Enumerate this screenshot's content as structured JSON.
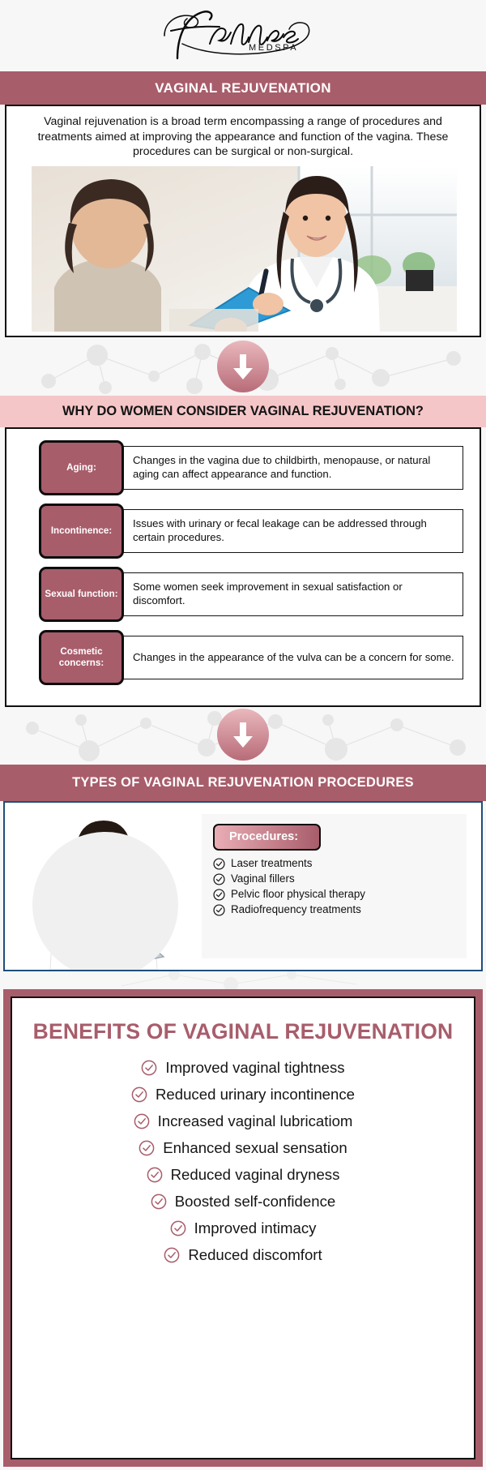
{
  "brand": {
    "name": "Flawless",
    "subtitle": "MEDSPA"
  },
  "section1": {
    "title": "VAGINAL REJUVENATION",
    "paragraph": "Vaginal rejuvenation is a broad term encompassing a range of procedures and treatments aimed at improving the appearance and function of the vagina. These procedures can be surgical or non-surgical.",
    "photo_alt": "doctor-consulting-patient-photo"
  },
  "section2": {
    "title": "WHY DO WOMEN CONSIDER VAGINAL REJUVENATION?",
    "reasons": [
      {
        "label": "Aging:",
        "description": "Changes in the vagina due to childbirth, menopause, or natural aging can affect appearance and function."
      },
      {
        "label": "Incontinence:",
        "description": "Issues with urinary or fecal leakage can be addressed through certain procedures."
      },
      {
        "label": "Sexual function:",
        "description": "Some women seek improvement in sexual satisfaction or discomfort."
      },
      {
        "label": "Cosmetic concerns:",
        "description": "Changes in the appearance of the vulva can be a concern for some."
      }
    ]
  },
  "section3": {
    "title": "TYPES OF VAGINAL REJUVENATION PROCEDURES",
    "chip_label": "Procedures:",
    "photo_alt": "female-doctor-with-tablet-photo",
    "procedures": [
      "Laser treatments",
      "Vaginal fillers",
      "Pelvic floor physical therapy",
      "Radiofrequency treatments"
    ]
  },
  "section4": {
    "title": "BENEFITS OF VAGINAL REJUVENATION",
    "benefits": [
      "Improved vaginal tightness",
      "Reduced urinary incontinence",
      "Increased vaginal lubricatiom",
      "Enhanced sexual sensation",
      "Reduced vaginal dryness",
      "Boosted self-confidence",
      "Improved intimacy",
      "Reduced discomfort"
    ]
  },
  "icons": {
    "arrow": "down-arrow-icon",
    "check": "check-circle-icon"
  },
  "colors": {
    "mauve": "#a85d6b",
    "pink_band": "#f5c6c8",
    "page_bg": "#f7f7f7",
    "blue_border": "#1f4e7a",
    "text_dark": "#101010"
  }
}
